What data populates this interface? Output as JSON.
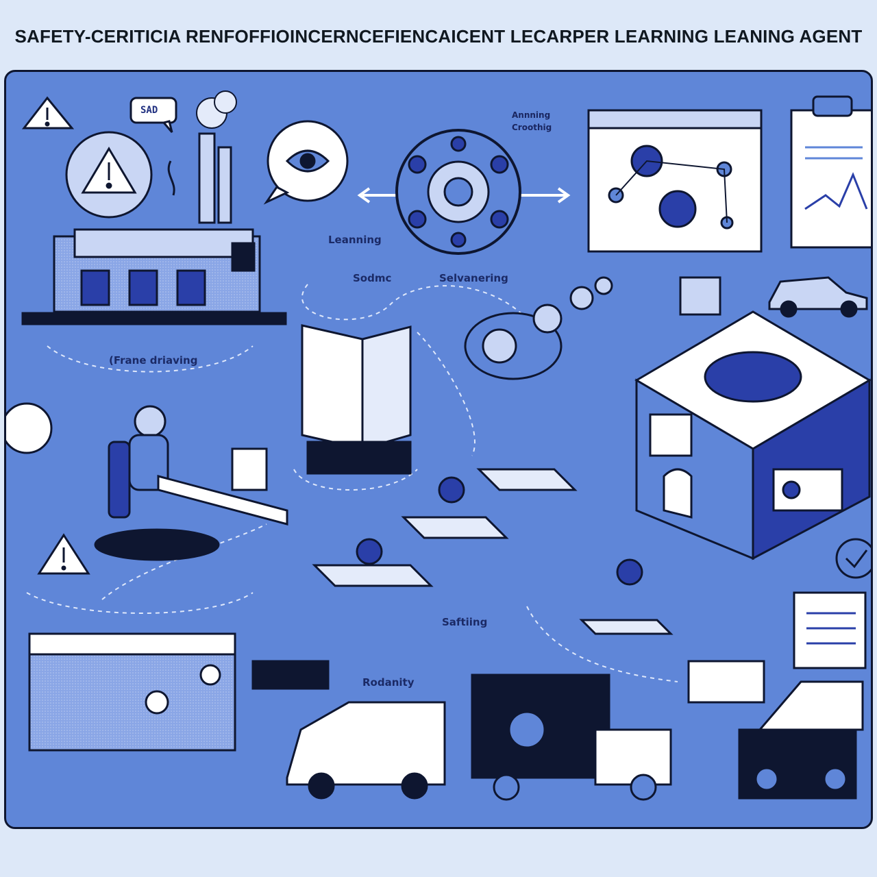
{
  "title": "SAFETY-CERITICIA RENFOFFIOINCERNCEFIENCAICENT LECARPER LEARNING LEANING AGENT",
  "labels": {
    "sad_bubble": "SAD",
    "top_caption": "Annning",
    "top_caption_2": "Croothig",
    "learning": "Leanning",
    "sodmc": "Sodmc",
    "selvanering": "Selvanering",
    "frame_drawing": "(Frane driaving",
    "safting": "Saftiing",
    "rodanity": "Rodanity"
  },
  "colors": {
    "background": "#dde8f8",
    "panel": "#5f86d8",
    "outline": "#0e1630",
    "accent_light": "#c9d6f4",
    "accent_dark": "#2a3fa8"
  }
}
